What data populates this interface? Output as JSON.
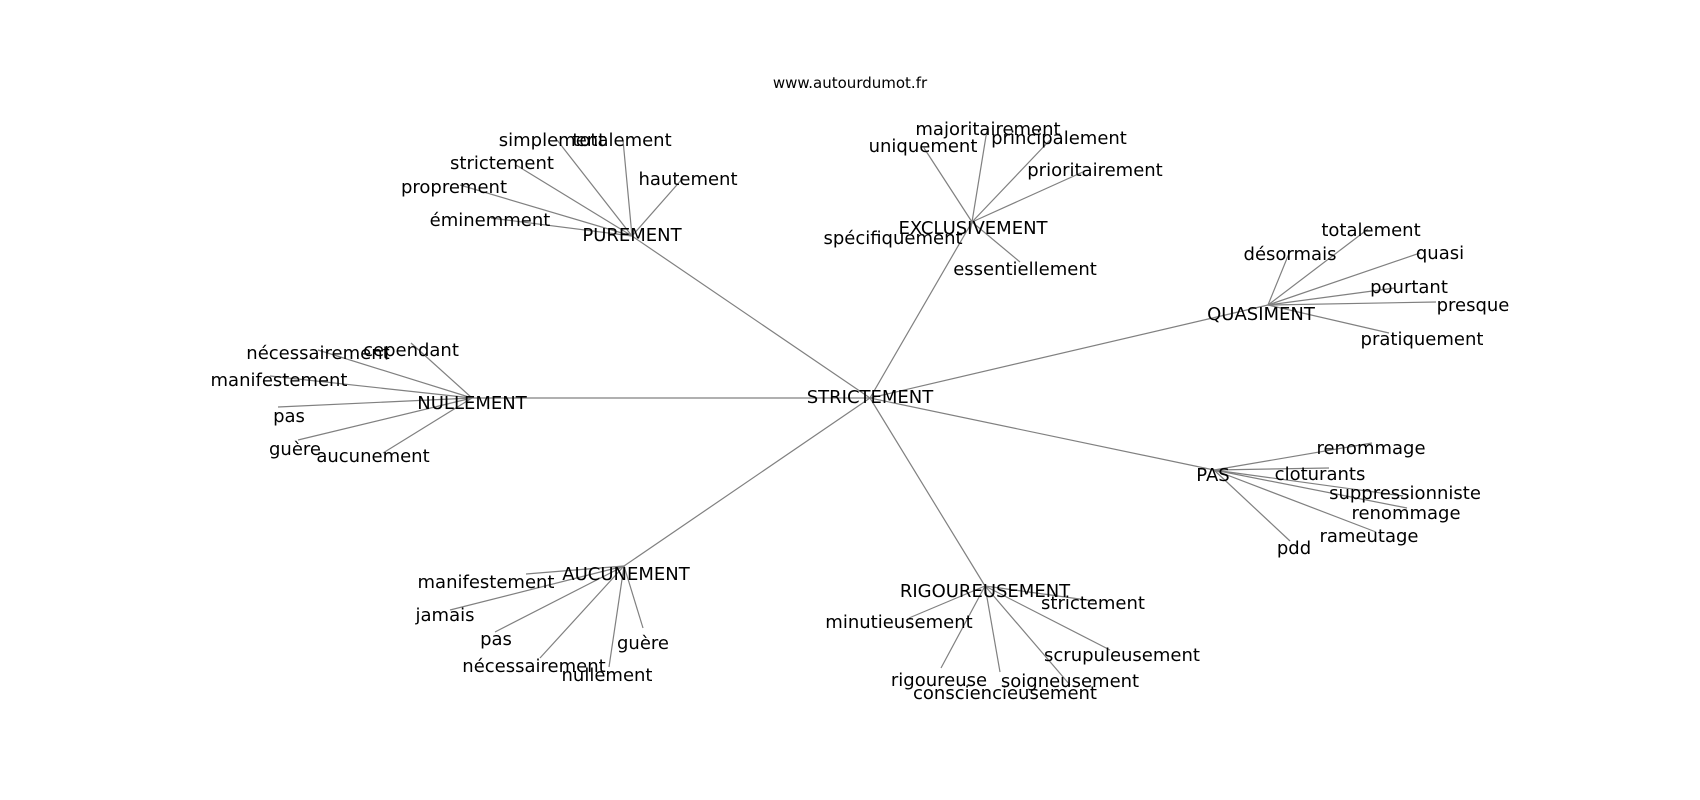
{
  "site": "www.autourdumot.fr",
  "style": {
    "edge_color": "#808080",
    "text_color": "#000000",
    "background": "#ffffff"
  },
  "center": "STRICTEMENT",
  "clusters": [
    {
      "id": "purement",
      "label": "PUREMENT",
      "leaves": [
        "simplement",
        "totalement",
        "strictement",
        "hautement",
        "proprement",
        "éminemment"
      ]
    },
    {
      "id": "exclusivement",
      "label": "EXCLUSIVEMENT",
      "leaves": [
        "majoritairement",
        "uniquement",
        "principalement",
        "prioritairement",
        "spécifiquement",
        "essentiellement"
      ]
    },
    {
      "id": "quasiment",
      "label": "QUASIMENT",
      "leaves": [
        "totalement",
        "désormais",
        "quasi",
        "pourtant",
        "presque",
        "pratiquement"
      ]
    },
    {
      "id": "nullement",
      "label": "NULLEMENT",
      "leaves": [
        "nécessairement",
        "cependant",
        "manifestement",
        "pas",
        "guère",
        "aucunement"
      ]
    },
    {
      "id": "pas",
      "label": "PAS",
      "leaves": [
        "renommage",
        "cloturants",
        "suppressionniste",
        "renommage",
        "rameutage",
        "pdd"
      ]
    },
    {
      "id": "aucunement",
      "label": "AUCUNEMENT",
      "leaves": [
        "manifestement",
        "jamais",
        "pas",
        "guère",
        "nécessairement",
        "nullement"
      ]
    },
    {
      "id": "rigoureusement",
      "label": "RIGOUREUSEMENT",
      "leaves": [
        "strictement",
        "minutieusement",
        "scrupuleusement",
        "rigoureuse",
        "soigneusement",
        "consciencieusement"
      ]
    }
  ]
}
